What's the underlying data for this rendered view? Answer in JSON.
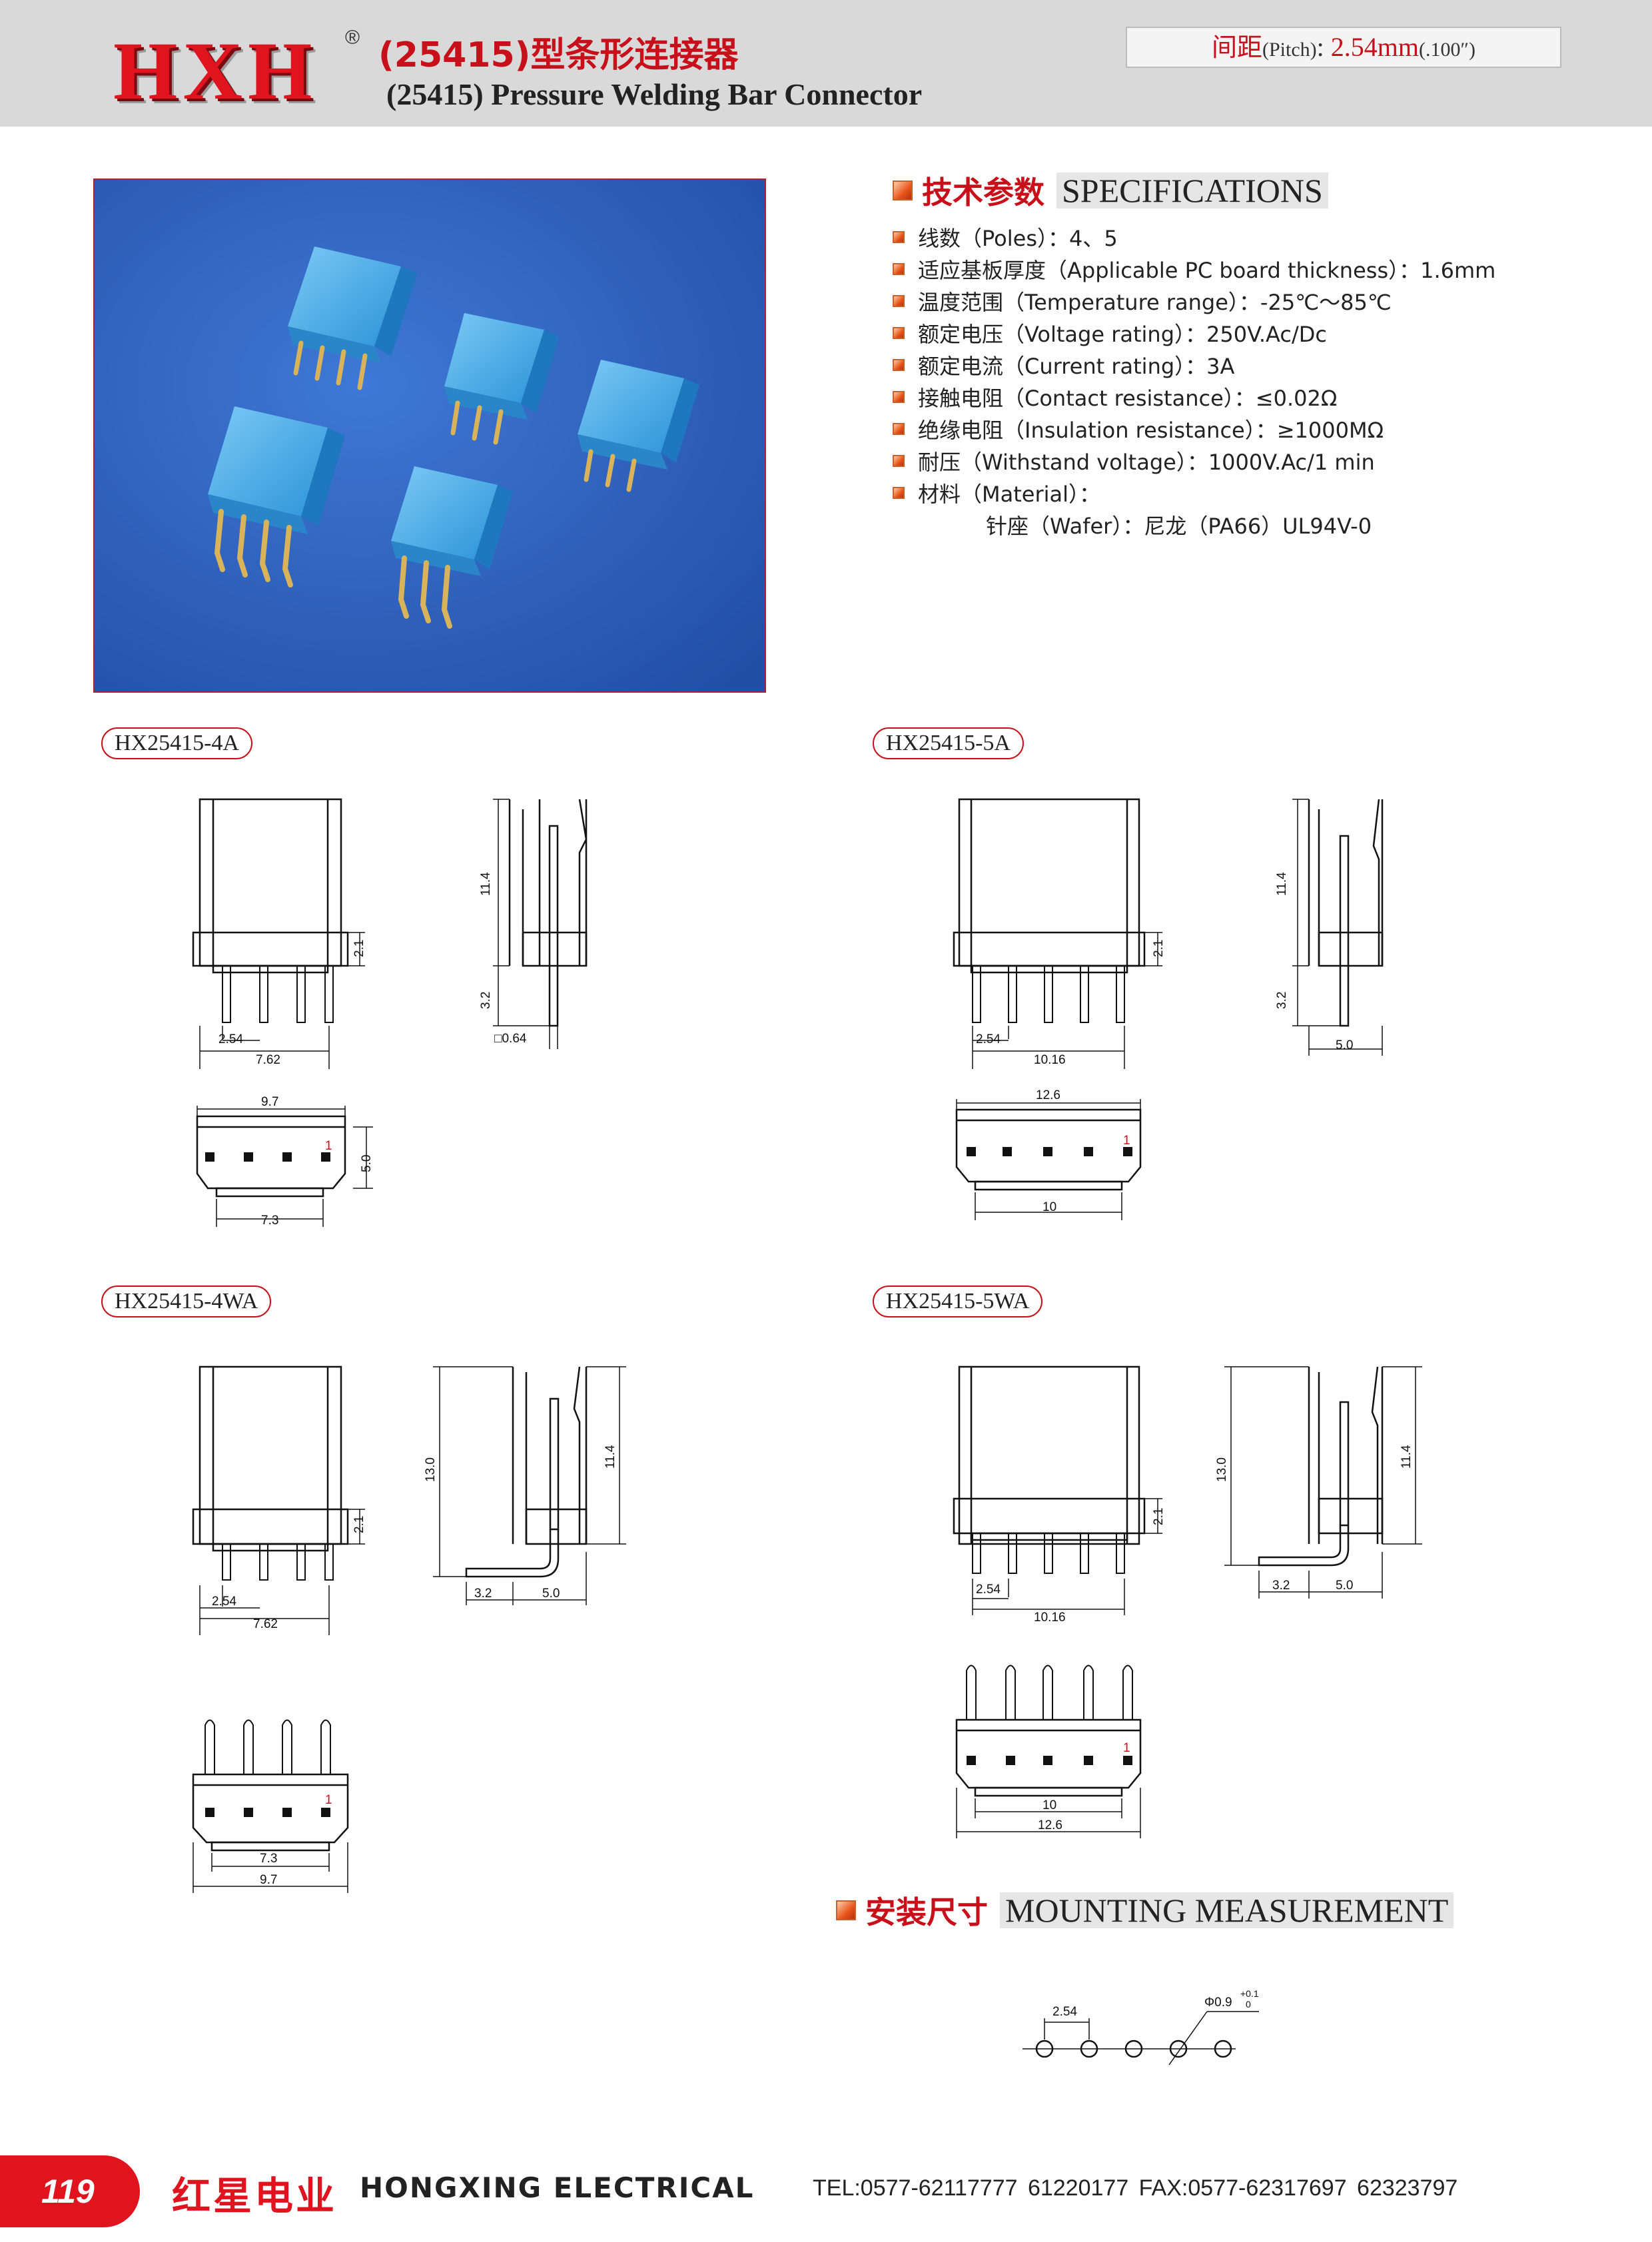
{
  "header": {
    "logo": "HXH",
    "registered": "®",
    "title_cn": "(25415)型条形连接器",
    "title_en": "(25415) Pressure Welding Bar Connector",
    "pitch_cn": "间距",
    "pitch_en": "(Pitch)",
    "pitch_sep": ":",
    "pitch_value": "2.54mm",
    "pitch_inch": "(.100″)"
  },
  "specifications": {
    "heading_cn": "技术参数",
    "heading_en": "SPECIFICATIONS",
    "items": [
      "线数（Poles）：4、5",
      "适应基板厚度（Applicable PC board thickness）：1.6mm",
      "温度范围（Temperature range）：-25℃～85℃",
      "额定电压（Voltage rating）：250V.Ac/Dc",
      "额定电流（Current rating）：3A",
      "接触电阻（Contact resistance）：≤0.02Ω",
      "绝缘电阻（Insulation resistance）：≥1000MΩ",
      "耐压（Withstand voltage）：1000V.Ac/1 min",
      "材料（Material）："
    ],
    "material_detail": "针座（Wafer）：尼龙（PA66）UL94V-0"
  },
  "parts": {
    "p4a": {
      "label": "HX25415-4A",
      "dims": {
        "h114": "11.4",
        "h21": "2.1",
        "h32": "3.2",
        "pin": "□0.64",
        "pitch": "2.54",
        "span": "7.62",
        "width": "9.7",
        "depth": "5.0",
        "bottom": "7.3",
        "pin1": "1"
      }
    },
    "p5a": {
      "label": "HX25415-5A",
      "dims": {
        "h114": "11.4",
        "h21": "2.1",
        "h32": "3.2",
        "side_w": "5.0",
        "pitch": "2.54",
        "span": "10.16",
        "width": "12.6",
        "bottom": "10",
        "pin1": "1"
      }
    },
    "p4wa": {
      "label": "HX25415-4WA",
      "dims": {
        "h130": "13.0",
        "h114": "11.4",
        "h21": "2.1",
        "lead": "3.2",
        "side_w": "5.0",
        "pitch": "2.54",
        "span": "7.62",
        "bottom": "7.3",
        "width": "9.7",
        "pin1": "1"
      }
    },
    "p5wa": {
      "label": "HX25415-5WA",
      "dims": {
        "h130": "13.0",
        "h114": "11.4",
        "h21": "2.1",
        "lead": "3.2",
        "side_w": "5.0",
        "pitch": "2.54",
        "span": "10.16",
        "bottom": "10",
        "width": "12.6",
        "pin1": "1"
      }
    }
  },
  "mounting": {
    "heading_cn": "安装尺寸",
    "heading_en": "MOUNTING MEASUREMENT",
    "pitch": "2.54",
    "hole": "Φ0.9",
    "tol_plus": "+0.1",
    "tol_zero": "0"
  },
  "footer": {
    "page": "119",
    "brand_cn": "红星电业",
    "brand_en": "HONGXING ELECTRICAL",
    "contact": "TEL:0577-62117777   61220177      FAX:0577-62317697   62323797"
  },
  "colors": {
    "brand_red": "#e0141e",
    "photo_bg": "#2f63c4",
    "connector_blue": "#3aa7e6",
    "pin_gold": "#d9b35a"
  }
}
